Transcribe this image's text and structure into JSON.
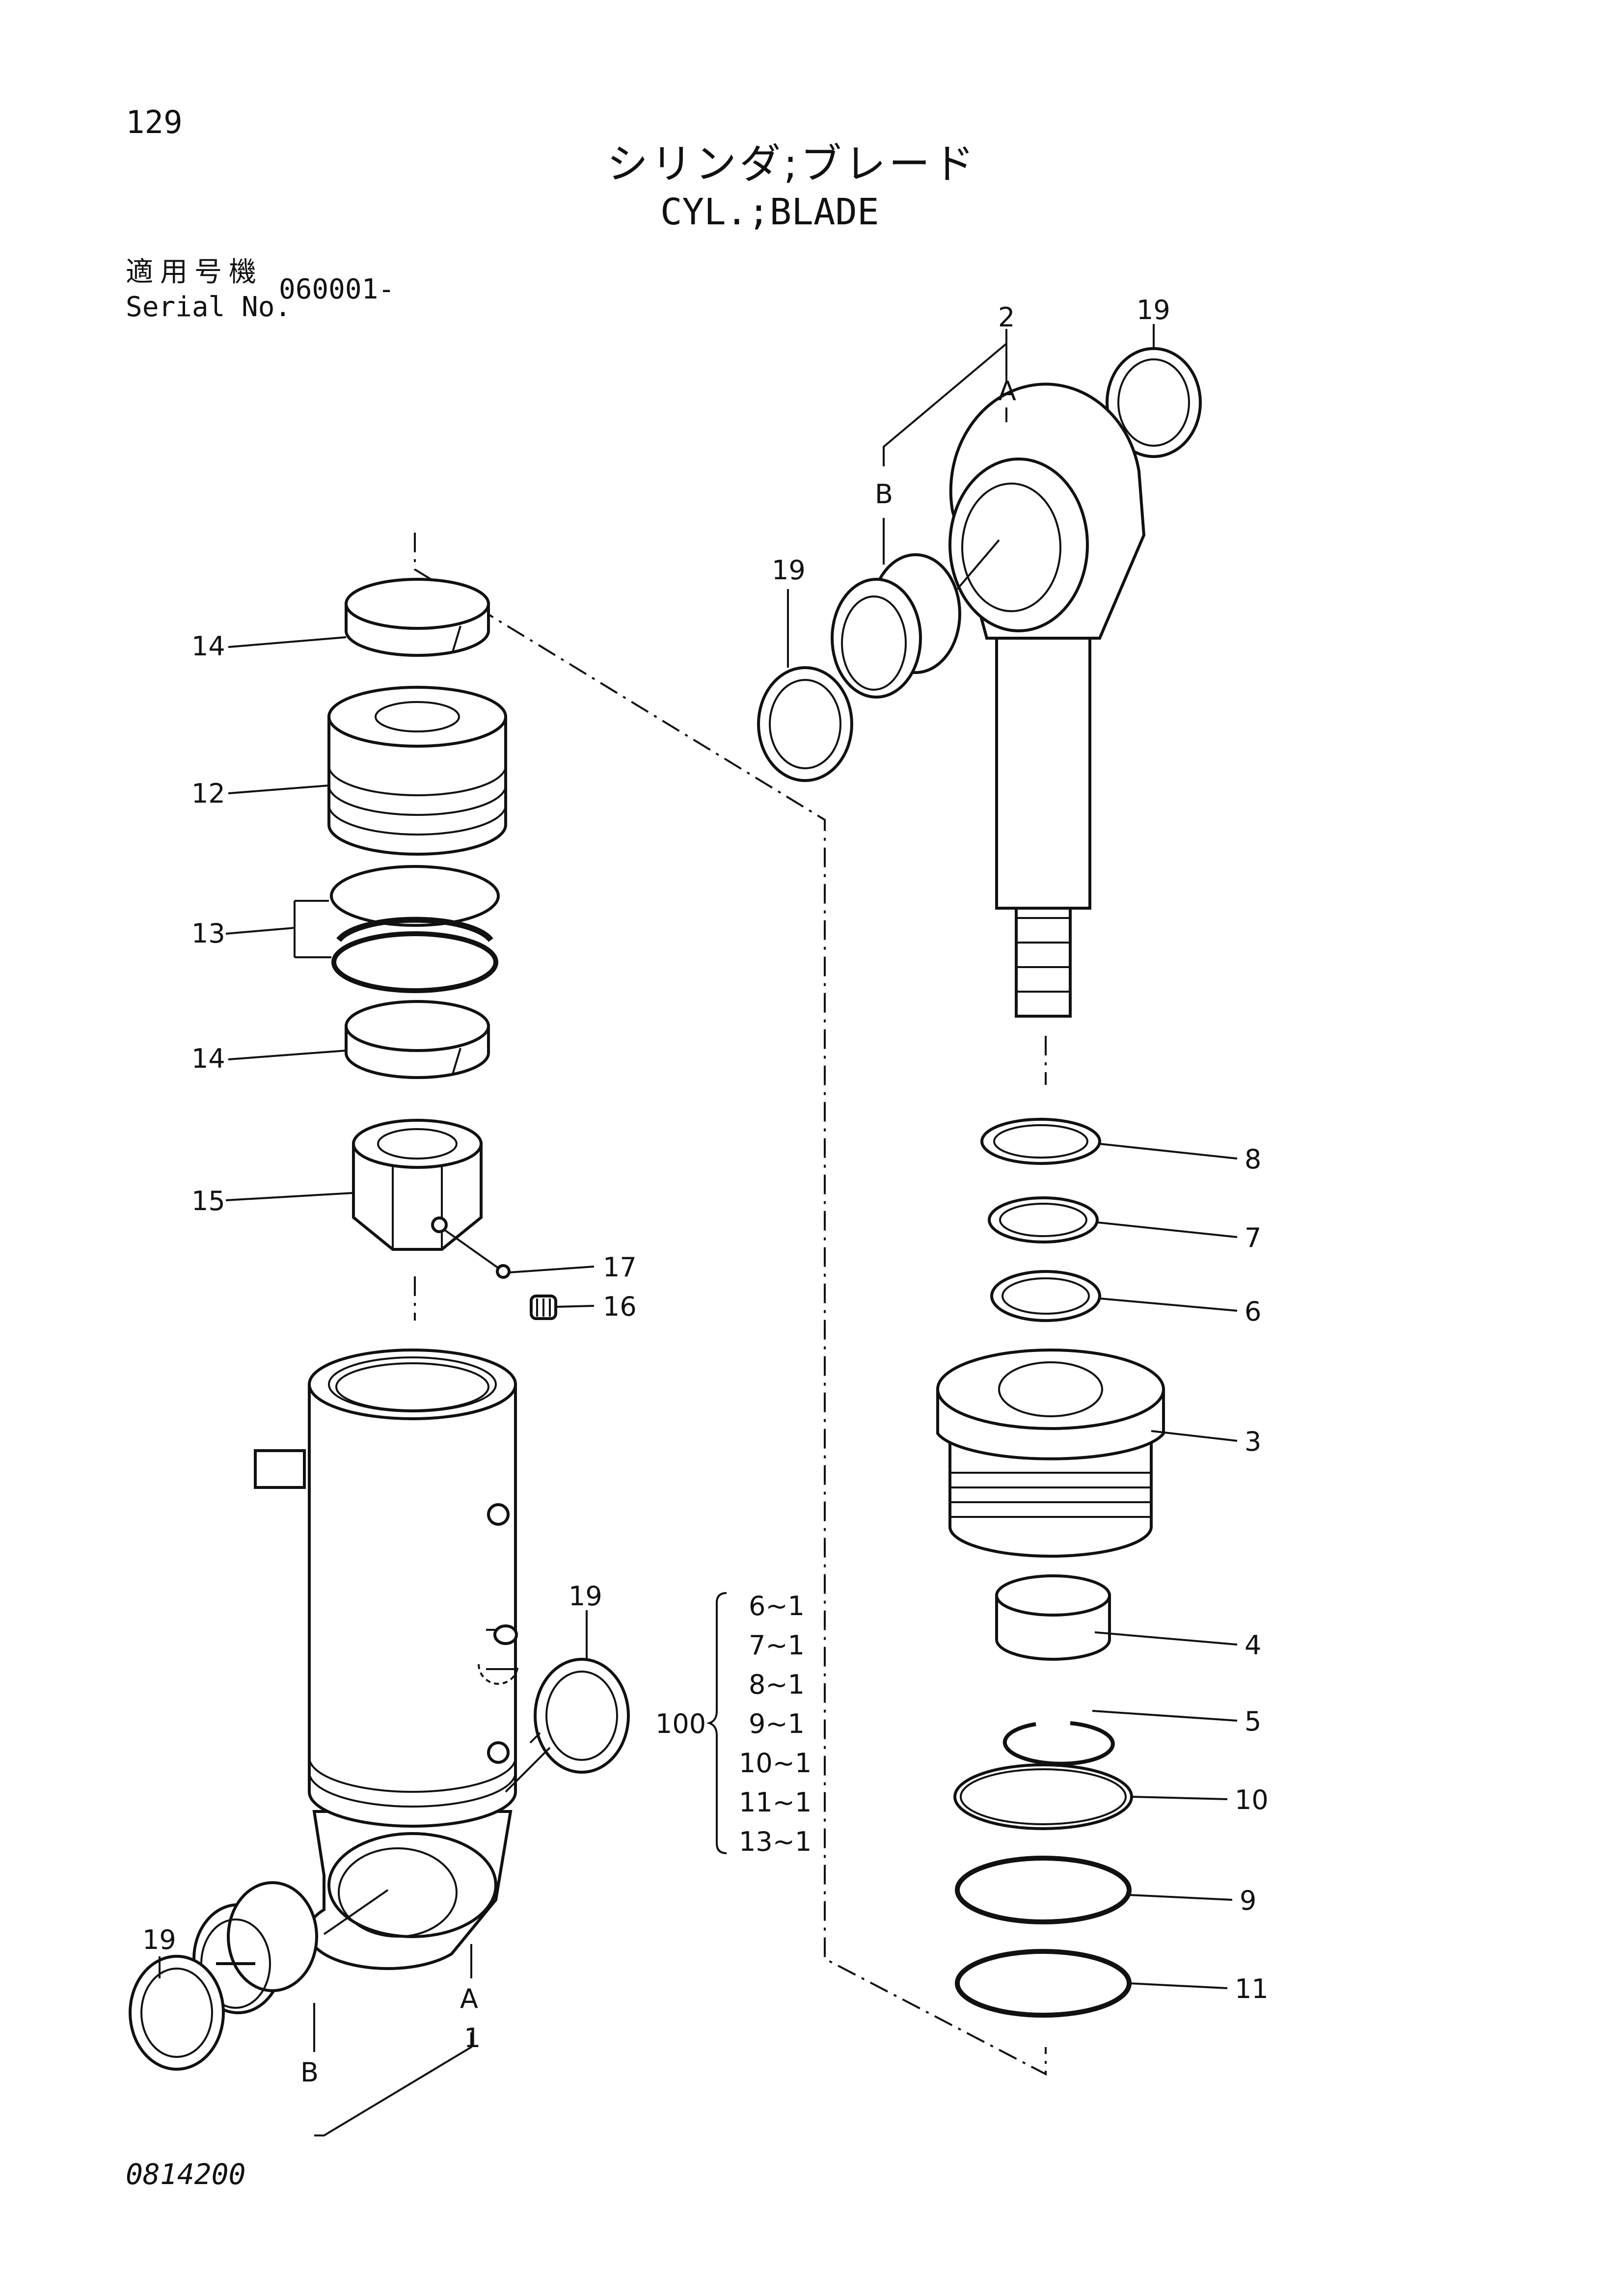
{
  "header": {
    "page_number": "129",
    "title_jp": "シリンダ;ブレード",
    "title_en": "CYL.;BLADE",
    "serial_label_jp": "適用号機",
    "serial_label_en": "Serial No.",
    "serial_value": "060001-"
  },
  "footer": {
    "drawing_number": "0814200"
  },
  "callouts": {
    "p1": "1",
    "p2": "2",
    "p3": "3",
    "p4": "4",
    "p5": "5",
    "p6": "6",
    "p7": "7",
    "p8": "8",
    "p9": "9",
    "p10": "10",
    "p11": "11",
    "p12": "12",
    "p13": "13",
    "p14a": "14",
    "p14b": "14",
    "p15": "15",
    "p16": "16",
    "p17": "17",
    "p19_top": "19",
    "p19_rod": "19",
    "p19_body": "19",
    "p19_bottom": "19",
    "A_rod": "A",
    "B_rod": "B",
    "A_body": "A",
    "B_body": "B"
  },
  "kit": {
    "number": "100",
    "items": [
      "6~1",
      "7~1",
      "8~1",
      "9~1",
      "10~1",
      "11~1",
      "13~1"
    ]
  }
}
